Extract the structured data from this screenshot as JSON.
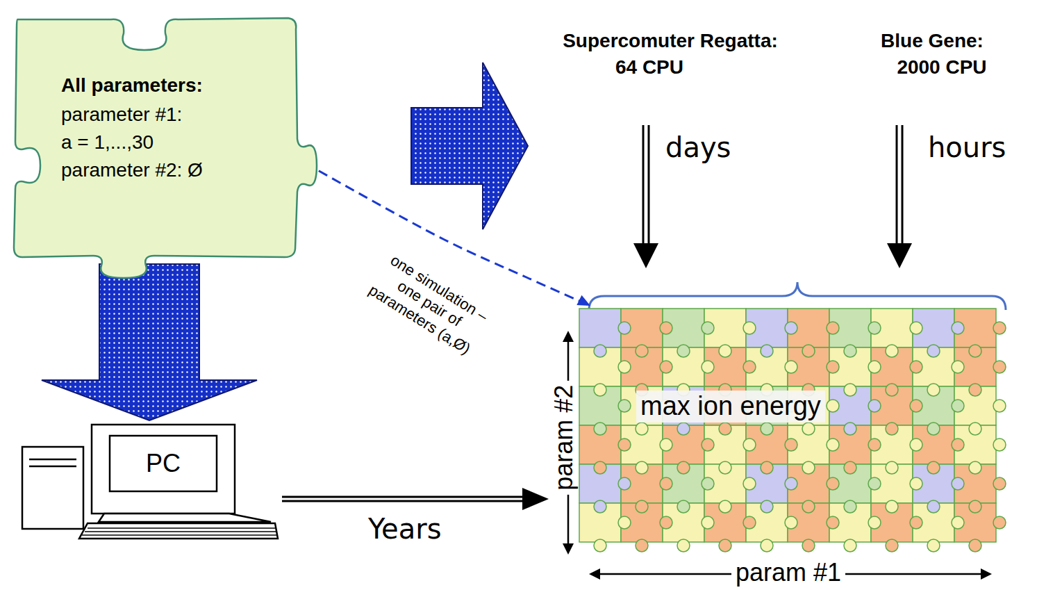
{
  "diagram": {
    "nodes": [
      {
        "text": [
          "All parameters:",
          "parameter #1:",
          "a = 1,...,30",
          "parameter #2: Ø"
        ]
      },
      {
        "text": [
          "PC"
        ]
      },
      {
        "text": [
          "max ion energy"
        ]
      }
    ],
    "edges": [
      {
        "from": 0,
        "to": 1,
        "arrow": "to"
      },
      {
        "from": 0,
        "to": 2,
        "label": "one simulation – one pair of parameters (a,Ø)",
        "arrow": "to"
      },
      {
        "from": 1,
        "to": 2,
        "label": "Years",
        "arrow": "to"
      }
    ],
    "labels": [
      "Supercomuter Regatta:",
      "64 CPU",
      "Blue Gene:",
      "2000 CPU",
      "days",
      "hours",
      "param #2",
      "param #1"
    ]
  }
}
